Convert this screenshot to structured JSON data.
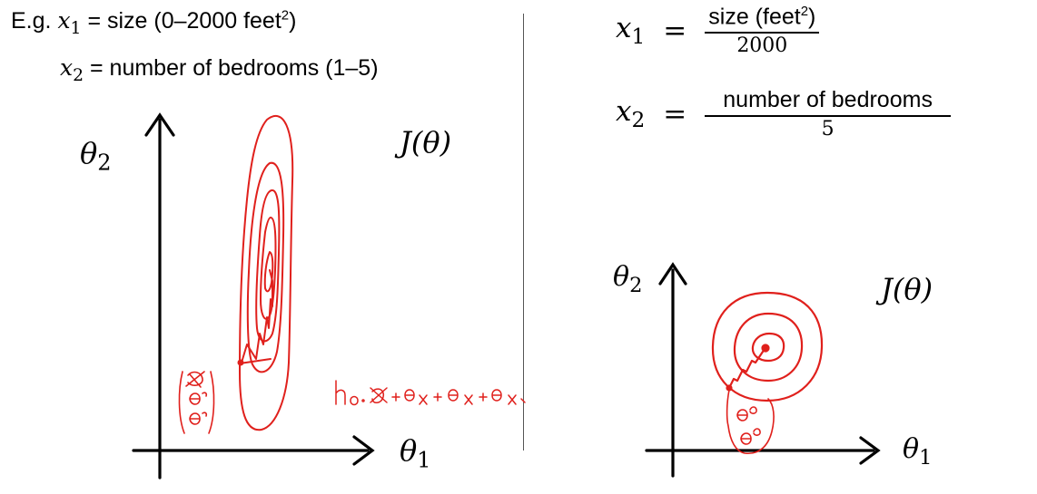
{
  "left_text": {
    "eg_prefix": "E.g.",
    "x1_var": "x",
    "x1_sub": "1",
    "x1_desc_prefix": "= size (0–2000 feet",
    "x1_desc_sup": "2",
    "x1_desc_suffix": ")",
    "x2_var": "x",
    "x2_sub": "2",
    "x2_desc": "= number of bedrooms (1–5)"
  },
  "right_text": {
    "x1_var": "x",
    "x1_sub": "1",
    "x1_num_prefix": "size (feet",
    "x1_num_sup": "2",
    "x1_num_suffix": ")",
    "x1_den": "2000",
    "x2_var": "x",
    "x2_sub": "2",
    "x2_num": "number of bedrooms",
    "x2_den": "5",
    "equals": "="
  },
  "left_plot": {
    "ylabel": "θ",
    "ylabel_sub": "2",
    "xlabel": "θ",
    "xlabel_sub": "1",
    "cost_label": "J(θ)"
  },
  "right_plot": {
    "ylabel": "θ",
    "ylabel_sub": "2",
    "xlabel": "θ",
    "xlabel_sub": "1",
    "cost_label": "J(θ)"
  },
  "colors": {
    "ink": "#000000",
    "annotation": "#e0201c",
    "divider": "#555555"
  }
}
